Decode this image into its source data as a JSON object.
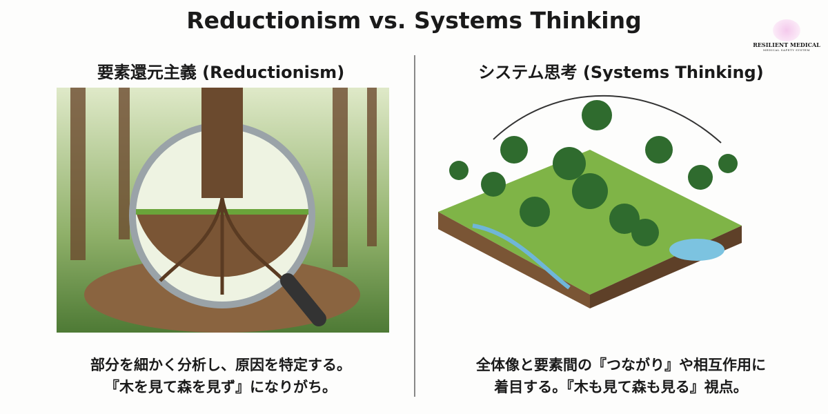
{
  "title": "Reductionism vs. Systems Thinking",
  "logo": {
    "name": "RESILIENT MEDICAL",
    "tagline": "MEDICAL SAFETY SYSTEM"
  },
  "left": {
    "heading": "要素還元主義 (Reductionism)",
    "caption_line1": "部分を細かく分析し、原因を特定する。",
    "caption_line2": "『木を見て森を見ず』になりがち。"
  },
  "right": {
    "heading": "システム思考 (Systems Thinking)",
    "caption_line1": "全体像と要素間の『つながり』や相互作用に",
    "caption_line2": "着目する。『木も見て森も見る』視点。"
  }
}
